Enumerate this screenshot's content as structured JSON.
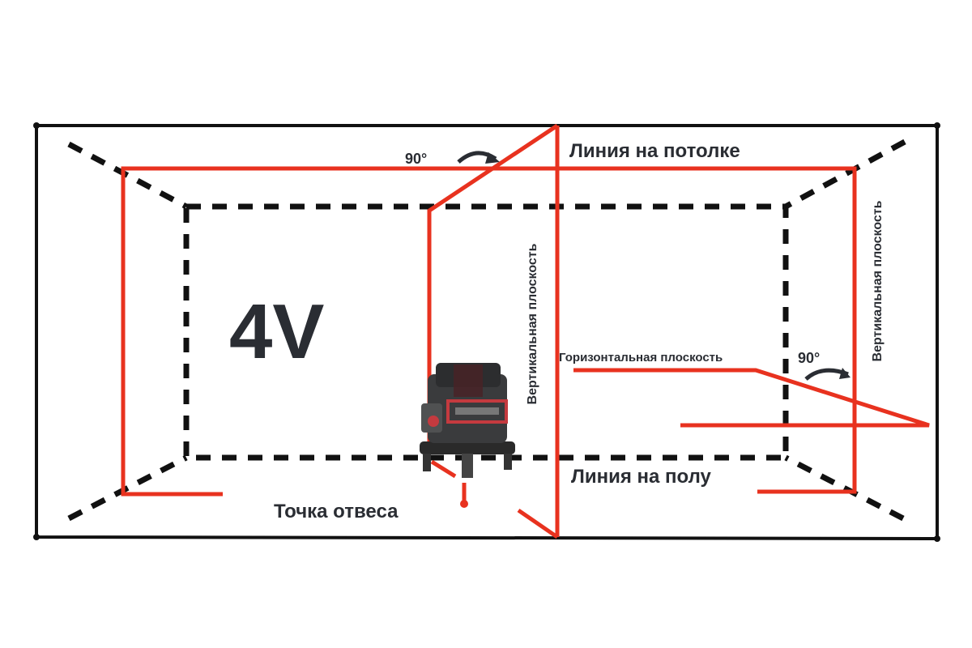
{
  "model_label": "4V",
  "labels": {
    "ceiling_line": "Линия на потолке",
    "floor_line": "Линия на полу",
    "plumb_point": "Точка отвеса",
    "vertical_plane_center": "Вертикальная плоскость",
    "vertical_plane_right": "Вертикальная плоскость",
    "horizontal_plane": "Горизонтальная плоскость",
    "angle_top": "90°",
    "angle_right": "90°"
  },
  "colors": {
    "laser": "#e8321f",
    "room": "#111111",
    "text": "#2a2d33"
  }
}
